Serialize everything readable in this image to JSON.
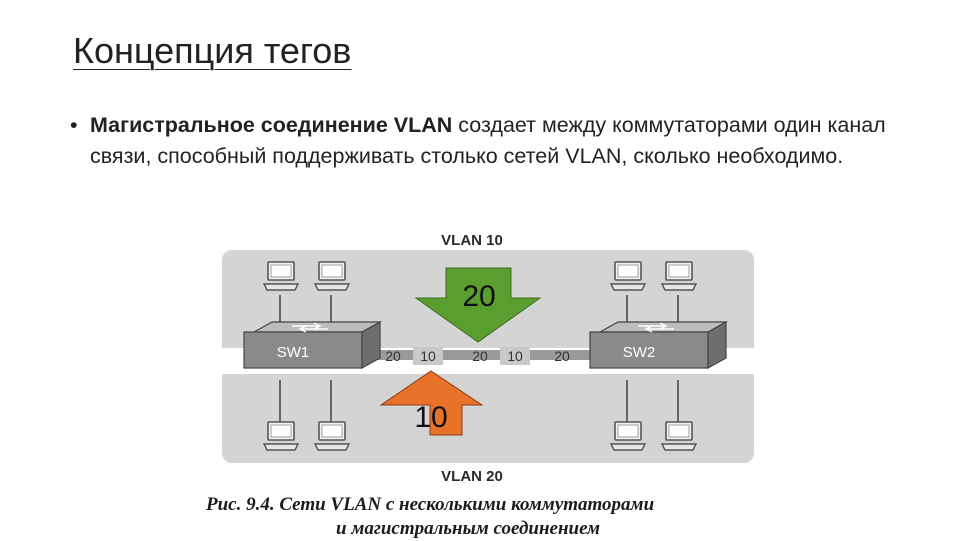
{
  "slide": {
    "title": "Концепция тегов",
    "bullet_bold": "Магистральное соединение VLAN",
    "bullet_text": " создает между коммутаторами один канал связи, способный поддерживать столько сетей VLAN, сколько необходимо."
  },
  "diagram": {
    "vlan_top_label": "VLAN 10",
    "vlan_bottom_label": "VLAN 20",
    "switch_left": "SW1",
    "switch_right": "SW2",
    "arrow_down_label": "20",
    "arrow_up_label": "10",
    "trunk_frames": [
      "20",
      "10",
      "20",
      "10",
      "20"
    ],
    "colors": {
      "arrow_down": "#5a9e2f",
      "arrow_up": "#e8722a",
      "band": "#d6d6d6",
      "switch": "#8a8a8a"
    },
    "caption_line1": "Рис. 9.4. Сети VLAN с несколькими коммутаторами",
    "caption_line2": "и магистральным соединением"
  }
}
